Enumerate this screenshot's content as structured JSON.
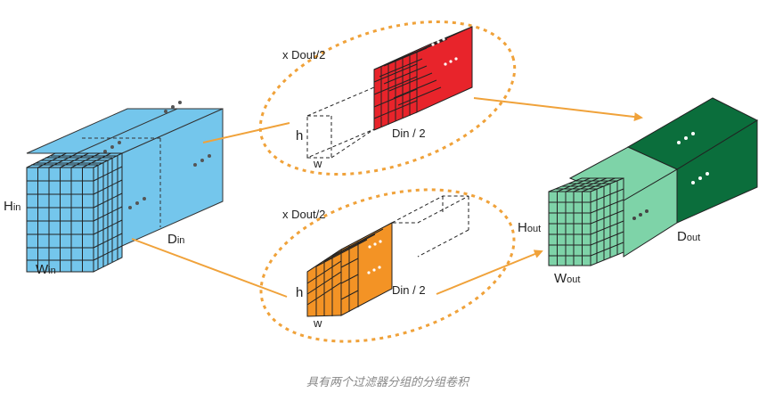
{
  "colors": {
    "input_blue": "#74c6ec",
    "filter_red": "#e8242b",
    "filter_orange": "#f39325",
    "output_light_green": "#7ed3a8",
    "output_dark_green": "#0b6e3c",
    "arrow_orange": "#f0a23a",
    "ellipse_orange": "#f0a23a"
  },
  "input": {
    "h_main": "H",
    "h_sub": "in",
    "w_main": "W",
    "w_sub": "in",
    "d_main": "D",
    "d_sub": "in"
  },
  "filter_top": {
    "count_label": "x Dout/2",
    "h_label": "h",
    "w_label": "w",
    "d_label": "Din / 2"
  },
  "filter_bottom": {
    "count_label": "x Dout/2",
    "h_label": "h",
    "w_label": "w",
    "d_label": "Din / 2"
  },
  "output": {
    "h_main": "H",
    "h_sub": "out",
    "w_main": "W",
    "w_sub": "out",
    "d_main": "D",
    "d_sub": "out"
  },
  "caption": "具有两个过滤器分组的分组卷积"
}
